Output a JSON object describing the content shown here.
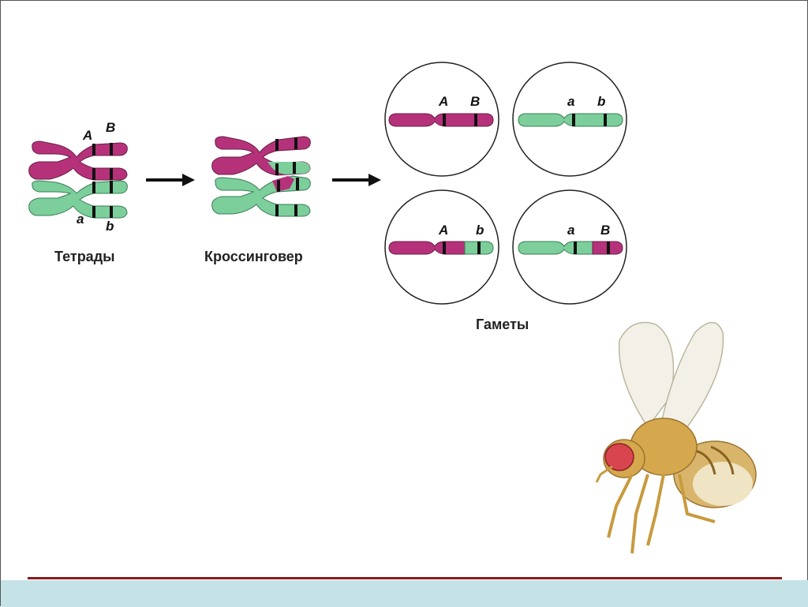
{
  "labels": {
    "tetrads": "Тетрады",
    "crossover": "Кроссинговер",
    "gametes": "Гаметы"
  },
  "alleles": {
    "A": "A",
    "B": "B",
    "a": "a",
    "b": "b"
  },
  "gametes": [
    {
      "left": "A",
      "right": "B"
    },
    {
      "left": "a",
      "right": "b"
    },
    {
      "left": "A",
      "right": "b"
    },
    {
      "left": "a",
      "right": "B"
    }
  ],
  "colors": {
    "magenta": "#b5327a",
    "green": "#7ccf9b",
    "band": "#111111",
    "footer": "#c5e3e6",
    "footer_line": "#8b1a1a"
  }
}
